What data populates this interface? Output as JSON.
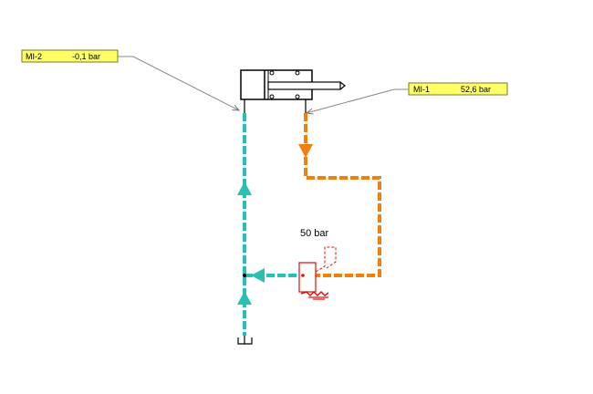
{
  "gauges": [
    {
      "id": "mi2",
      "name": "MI-2",
      "value": "-0,1 bar"
    },
    {
      "id": "mi1",
      "name": "MI-1",
      "value": "52,6 bar"
    }
  ],
  "relief_valve": {
    "setting": "50 bar"
  },
  "colors": {
    "return_line": "#2abfb3",
    "pressure_line": "#f07f10",
    "valve": "#e01010",
    "label_fill": "#ffff66",
    "label_border": "#7a7a2a",
    "component": "#000000"
  }
}
